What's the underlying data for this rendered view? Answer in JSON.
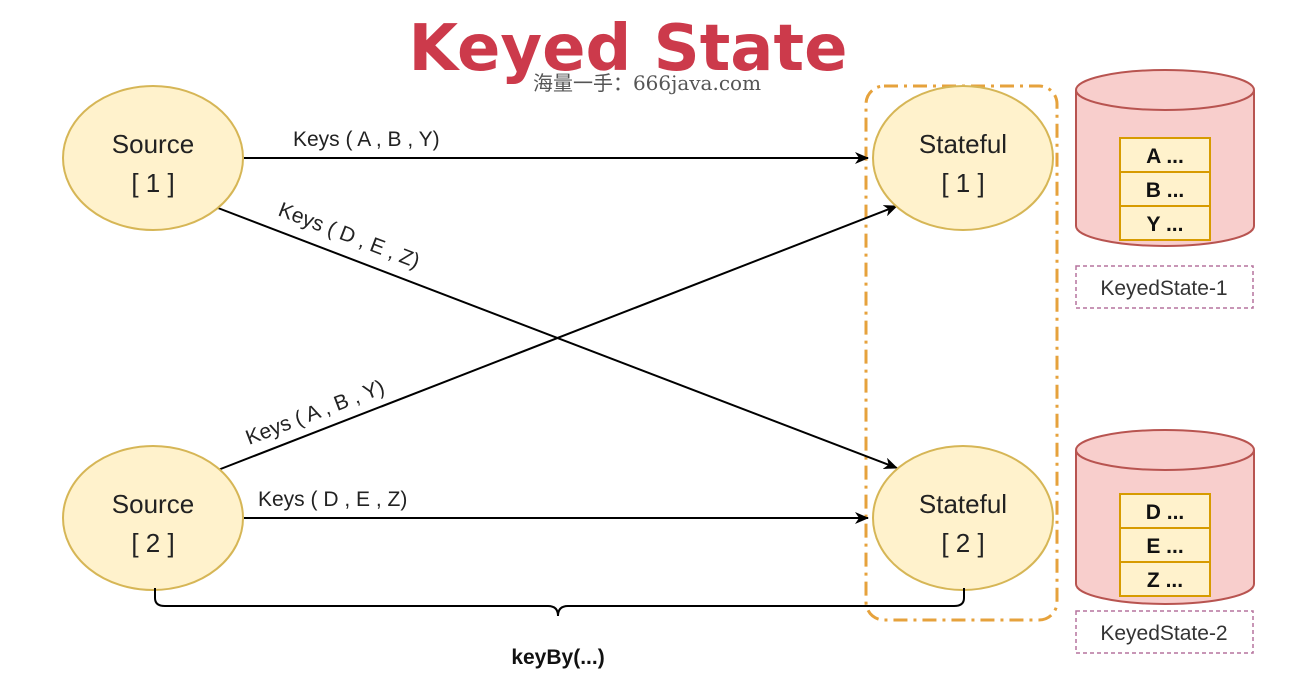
{
  "title": "Keyed State",
  "watermark": "海量一手：666java.com",
  "sources": [
    {
      "name": "Source",
      "index": "[ 1 ]"
    },
    {
      "name": "Source",
      "index": "[ 2 ]"
    }
  ],
  "statefuls": [
    {
      "name": "Stateful",
      "index": "[ 1 ]"
    },
    {
      "name": "Stateful",
      "index": "[ 2 ]"
    }
  ],
  "edges": [
    {
      "from": "source-1",
      "to": "stateful-1",
      "label": "Keys ( A , B , Y)"
    },
    {
      "from": "source-1",
      "to": "stateful-2",
      "label": "Keys ( D , E , Z)"
    },
    {
      "from": "source-2",
      "to": "stateful-1",
      "label": "Keys ( A , B , Y)"
    },
    {
      "from": "source-2",
      "to": "stateful-2",
      "label": "Keys ( D , E , Z)"
    }
  ],
  "stores": [
    {
      "label": "KeyedState-1",
      "entries": [
        "A ...",
        "B ...",
        "Y ..."
      ]
    },
    {
      "label": "KeyedState-2",
      "entries": [
        "D ...",
        "E ...",
        "Z ..."
      ]
    }
  ],
  "keyby_label": "keyBy(...)",
  "colors": {
    "title": "#cc3a4b",
    "node_fill": "#fff2cc",
    "node_stroke": "#d6b656",
    "group_stroke": "#e6a23c",
    "db_fill": "#f8cecc",
    "db_stroke": "#b85450",
    "cell_fill": "#fff2cc",
    "cell_stroke": "#d79b00",
    "label_box_stroke": "#b5739d"
  }
}
